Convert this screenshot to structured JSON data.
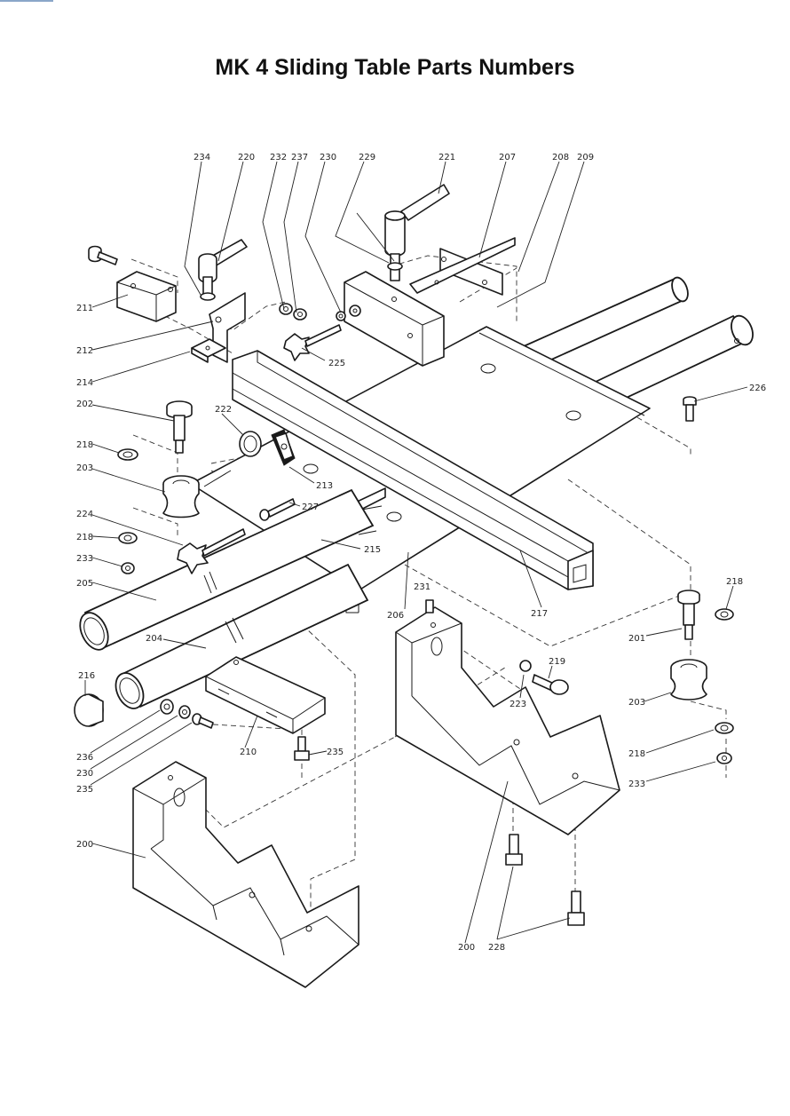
{
  "title": "MK 4 Sliding Table Parts Numbers",
  "labels": {
    "p200a": "200",
    "p200b": "200",
    "p201": "201",
    "p202": "202",
    "p203a": "203",
    "p203b": "203",
    "p204": "204",
    "p205": "205",
    "p206": "206",
    "p207": "207",
    "p208": "208",
    "p209": "209",
    "p210": "210",
    "p211": "211",
    "p212": "212",
    "p213": "213",
    "p214": "214",
    "p215": "215",
    "p216": "216",
    "p217": "217",
    "p218a": "218",
    "p218b": "218",
    "p218c": "218",
    "p218d": "218",
    "p219": "219",
    "p220": "220",
    "p221": "221",
    "p222": "222",
    "p223": "223",
    "p224": "224",
    "p225": "225",
    "p226": "226",
    "p227": "227",
    "p228": "228",
    "p229": "229",
    "p230a": "230",
    "p230b": "230",
    "p231": "231",
    "p232": "232",
    "p233a": "233",
    "p233b": "233",
    "p234": "234",
    "p235a": "235",
    "p235b": "235",
    "p236": "236",
    "p237": "237"
  }
}
